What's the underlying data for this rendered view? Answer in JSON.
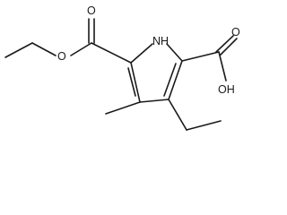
{
  "structure": {
    "labels": {
      "ester_oxygen_carbonyl": "O",
      "ester_oxygen_ether": "O",
      "pyrrole_nitrogen": "NH",
      "acid_oxygen_carbonyl": "O",
      "acid_hydroxyl": "OH"
    },
    "colors": {
      "bond": "#1a1a1a",
      "label": "#1a1a1a",
      "background": "#ffffff"
    }
  }
}
